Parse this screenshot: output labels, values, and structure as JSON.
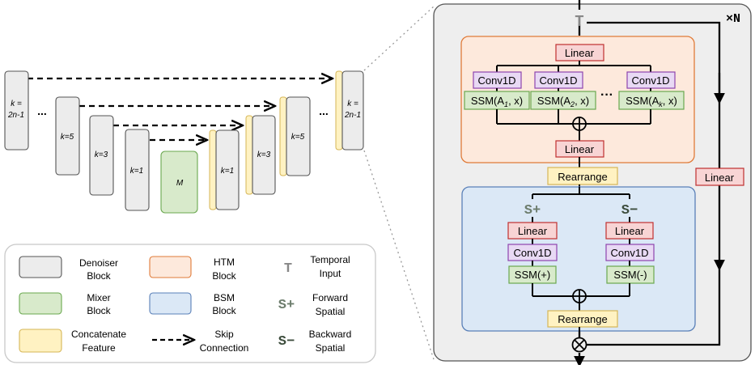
{
  "unet": {
    "k_outer": "k =",
    "k_outer_b": "2n-1",
    "k5": "k=5",
    "k3": "k=3",
    "k1": "k=1",
    "mixer": "M",
    "dots": "..."
  },
  "legend": {
    "denoiser_l1": "Denoiser",
    "denoiser_l2": "Block",
    "mixer_l1": "Mixer",
    "mixer_l2": "Block",
    "concat_l1": "Concatenate",
    "concat_l2": "Feature",
    "htm_l1": "HTM",
    "htm_l2": "Block",
    "bsm_l1": "BSM",
    "bsm_l2": "Block",
    "skip_l1": "Skip",
    "skip_l2": "Connection",
    "temporal_sym": "T",
    "temporal_l1": "Temporal",
    "temporal_l2": "Input",
    "forward_sym": "S+",
    "forward_l1": "Forward",
    "forward_l2": "Spatial",
    "backward_sym": "S−",
    "backward_l1": "Backward",
    "backward_l2": "Spatial"
  },
  "detail": {
    "repeat": "×N",
    "t_input": "T",
    "linear": "Linear",
    "conv1d": "Conv1D",
    "ssm": "SSM(",
    "ssm_x": ", x)",
    "a": "A",
    "sub1": "1",
    "sub2": "2",
    "subk": "k",
    "dots": "···",
    "rearrange": "Rearrange",
    "s_plus": "S+",
    "s_minus": "S−",
    "ssm_plus": "SSM(+)",
    "ssm_minus": "SSM(-)",
    "plus": "⊕",
    "times": "⊗"
  },
  "colors": {
    "denoiser_fill": "#ececec",
    "mixer_fill": "#d8eacb",
    "concat_fill": "#fff2c2",
    "htm_fill": "#fde9dc",
    "bsm_fill": "#dbe8f6",
    "linear_fill": "#f8d4d4",
    "conv_fill": "#e8d9f4",
    "ssm_fill": "#d8eacb"
  }
}
